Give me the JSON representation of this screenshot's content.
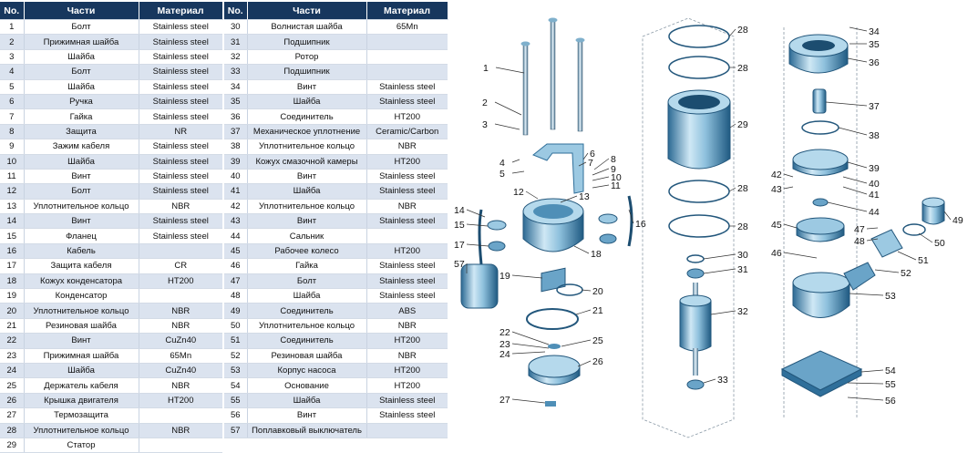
{
  "table_headers": {
    "no": "No.",
    "part": "Части",
    "material": "Материал"
  },
  "parts_left": [
    {
      "no": "1",
      "part": "Болт",
      "material": "Stainless steel"
    },
    {
      "no": "2",
      "part": "Прижимная шайба",
      "material": "Stainless steel"
    },
    {
      "no": "3",
      "part": "Шайба",
      "material": "Stainless steel"
    },
    {
      "no": "4",
      "part": "Болт",
      "material": "Stainless steel"
    },
    {
      "no": "5",
      "part": "Шайба",
      "material": "Stainless steel"
    },
    {
      "no": "6",
      "part": "Ручка",
      "material": "Stainless steel"
    },
    {
      "no": "7",
      "part": "Гайка",
      "material": "Stainless steel"
    },
    {
      "no": "8",
      "part": "Защита",
      "material": "NR"
    },
    {
      "no": "9",
      "part": "Зажим кабеля",
      "material": "Stainless steel"
    },
    {
      "no": "10",
      "part": "Шайба",
      "material": "Stainless steel"
    },
    {
      "no": "11",
      "part": "Винт",
      "material": "Stainless steel"
    },
    {
      "no": "12",
      "part": "Болт",
      "material": "Stainless steel"
    },
    {
      "no": "13",
      "part": "Уплотнительное кольцо",
      "material": "NBR"
    },
    {
      "no": "14",
      "part": "Винт",
      "material": "Stainless steel"
    },
    {
      "no": "15",
      "part": "Фланец",
      "material": "Stainless steel"
    },
    {
      "no": "16",
      "part": "Кабель",
      "material": ""
    },
    {
      "no": "17",
      "part": "Защита кабеля",
      "material": "CR"
    },
    {
      "no": "18",
      "part": "Кожух конденсатора",
      "material": "HT200"
    },
    {
      "no": "19",
      "part": "Конденсатор",
      "material": ""
    },
    {
      "no": "20",
      "part": "Уплотнительное кольцо",
      "material": "NBR"
    },
    {
      "no": "21",
      "part": "Резиновая шайба",
      "material": "NBR"
    },
    {
      "no": "22",
      "part": "Винт",
      "material": "CuZn40"
    },
    {
      "no": "23",
      "part": "Прижимная шайба",
      "material": "65Mn"
    },
    {
      "no": "24",
      "part": "Шайба",
      "material": "CuZn40"
    },
    {
      "no": "25",
      "part": "Держатель кабеля",
      "material": "NBR"
    },
    {
      "no": "26",
      "part": "Крышка двигателя",
      "material": "HT200"
    },
    {
      "no": "27",
      "part": "Термозащита",
      "material": ""
    },
    {
      "no": "28",
      "part": "Уплотнительное кольцо",
      "material": "NBR"
    },
    {
      "no": "29",
      "part": "Статор",
      "material": ""
    }
  ],
  "parts_right": [
    {
      "no": "30",
      "part": "Волнистая шайба",
      "material": "65Mn"
    },
    {
      "no": "31",
      "part": "Подшипник",
      "material": ""
    },
    {
      "no": "32",
      "part": "Ротор",
      "material": ""
    },
    {
      "no": "33",
      "part": "Подшипник",
      "material": ""
    },
    {
      "no": "34",
      "part": "Винт",
      "material": "Stainless steel"
    },
    {
      "no": "35",
      "part": "Шайба",
      "material": "Stainless steel"
    },
    {
      "no": "36",
      "part": "Соединитель",
      "material": "HT200"
    },
    {
      "no": "37",
      "part": "Механическое уплотнение",
      "material": "Ceramic/Carbon"
    },
    {
      "no": "38",
      "part": "Уплотнительное кольцо",
      "material": "NBR"
    },
    {
      "no": "39",
      "part": "Кожух смазочной камеры",
      "material": "HT200"
    },
    {
      "no": "40",
      "part": "Винт",
      "material": "Stainless steel"
    },
    {
      "no": "41",
      "part": "Шайба",
      "material": "Stainless steel"
    },
    {
      "no": "42",
      "part": "Уплотнительное кольцо",
      "material": "NBR"
    },
    {
      "no": "43",
      "part": "Винт",
      "material": "Stainless steel"
    },
    {
      "no": "44",
      "part": "Сальник",
      "material": ""
    },
    {
      "no": "45",
      "part": "Рабочее колесо",
      "material": "HT200"
    },
    {
      "no": "46",
      "part": "Гайка",
      "material": "Stainless steel"
    },
    {
      "no": "47",
      "part": "Болт",
      "material": "Stainless steel"
    },
    {
      "no": "48",
      "part": "Шайба",
      "material": "Stainless steel"
    },
    {
      "no": "49",
      "part": "Соединитель",
      "material": "ABS"
    },
    {
      "no": "50",
      "part": "Уплотнительное кольцо",
      "material": "NBR"
    },
    {
      "no": "51",
      "part": "Соединитель",
      "material": "HT200"
    },
    {
      "no": "52",
      "part": "Резиновая шайба",
      "material": "NBR"
    },
    {
      "no": "53",
      "part": "Корпус насоса",
      "material": "HT200"
    },
    {
      "no": "54",
      "part": "Основание",
      "material": "HT200"
    },
    {
      "no": "55",
      "part": "Шайба",
      "material": "Stainless steel"
    },
    {
      "no": "56",
      "part": "Винт",
      "material": "Stainless steel"
    },
    {
      "no": "57",
      "part": "Поплавковый выключатель",
      "material": ""
    }
  ],
  "callouts": [
    "1",
    "2",
    "3",
    "4",
    "5",
    "6",
    "7",
    "8",
    "9",
    "10",
    "11",
    "12",
    "13",
    "14",
    "15",
    "16",
    "17",
    "18",
    "19",
    "20",
    "21",
    "22",
    "23",
    "24",
    "25",
    "26",
    "27",
    "28",
    "29",
    "30",
    "31",
    "32",
    "33",
    "34",
    "35",
    "36",
    "37",
    "38",
    "39",
    "40",
    "41",
    "42",
    "43",
    "44",
    "45",
    "46",
    "47",
    "48",
    "49",
    "50",
    "51",
    "52",
    "53",
    "54",
    "55",
    "56",
    "57"
  ],
  "colors": {
    "header": "#17375e",
    "row_alt": "#dbe3ef",
    "part_light": "#cfe6f3",
    "part_dark": "#2f6f9a"
  }
}
